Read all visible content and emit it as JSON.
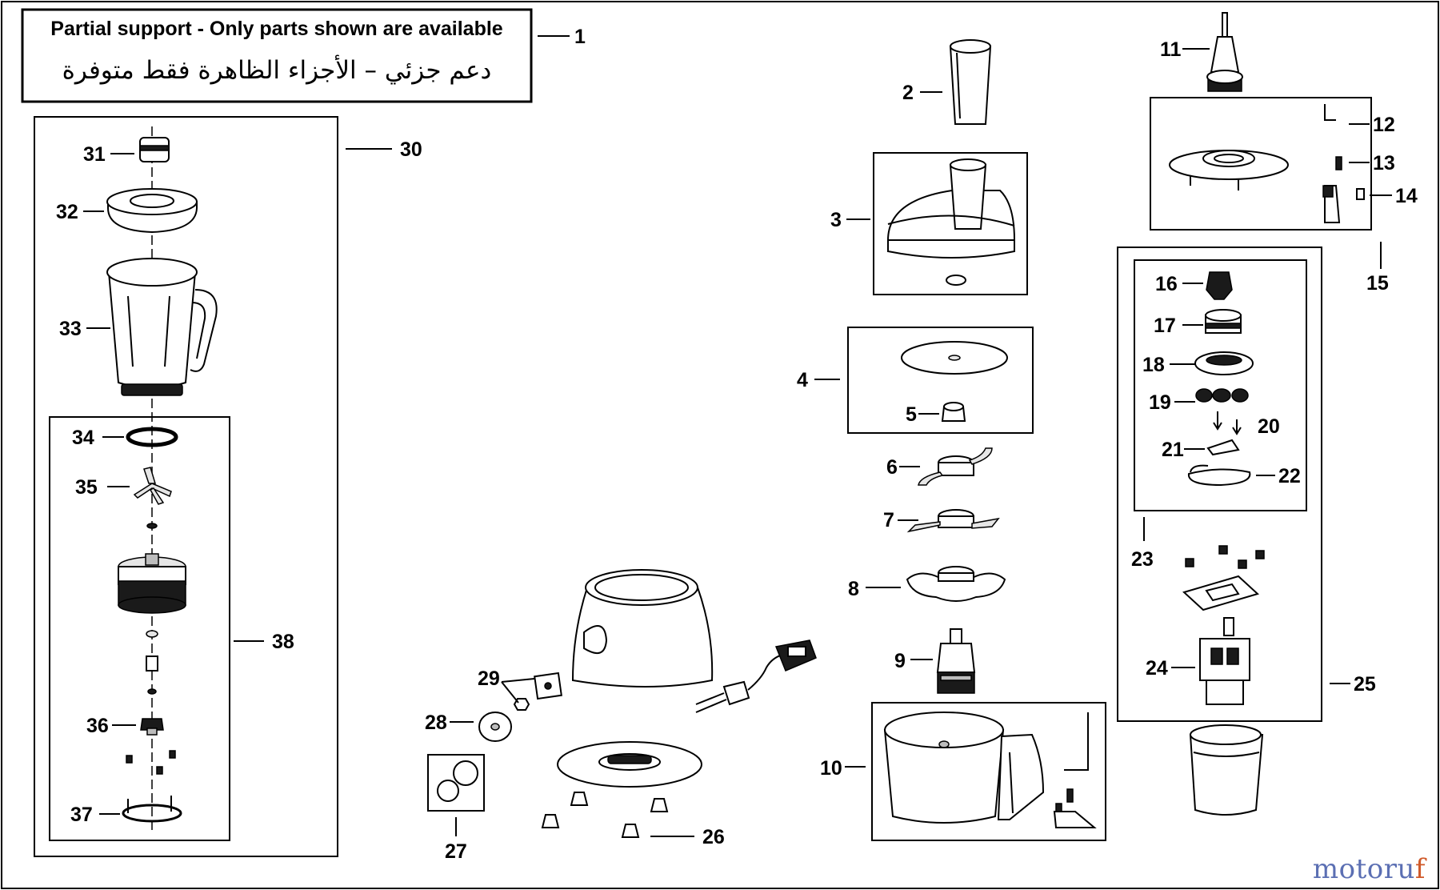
{
  "notice": {
    "english": "Partial support - Only parts shown are available",
    "arabic": "دعم جزئي – الأجزاء الظاهرة فقط متوفرة"
  },
  "callouts": [
    "1",
    "2",
    "3",
    "4",
    "5",
    "6",
    "7",
    "8",
    "9",
    "10",
    "11",
    "12",
    "13",
    "14",
    "15",
    "16",
    "17",
    "18",
    "19",
    "20",
    "21",
    "22",
    "23",
    "24",
    "25",
    "26",
    "27",
    "28",
    "29",
    "30",
    "31",
    "32",
    "33",
    "34",
    "35",
    "36",
    "37",
    "38"
  ],
  "watermark": {
    "part1": "motoru",
    "part2": "f"
  },
  "colors": {
    "line": "#000000",
    "background": "#ffffff",
    "brand_blue": "#5b6fb3",
    "brand_orange": "#d05a2a"
  }
}
